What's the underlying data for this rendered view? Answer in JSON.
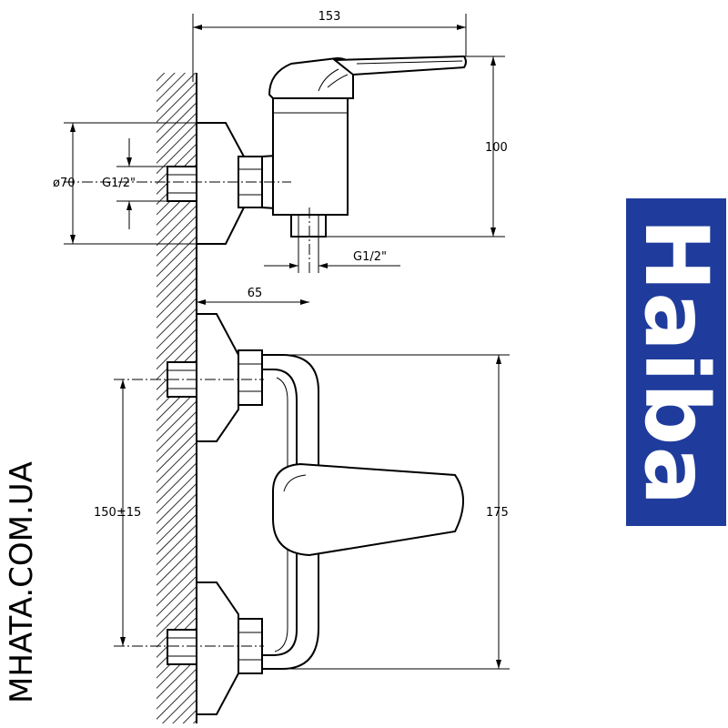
{
  "dimensions": {
    "overall_width": "153",
    "overall_height": "100",
    "flange_diameter": "ø70",
    "wall_thread": "G1/2\"",
    "outlet_thread": "G1/2\"",
    "wall_to_outlet": "65",
    "center_distance": "150±15",
    "front_height": "175"
  },
  "brand": {
    "name": "Haiba",
    "color": "#1f3c9c"
  },
  "watermark": "MHATA.COM.UA"
}
